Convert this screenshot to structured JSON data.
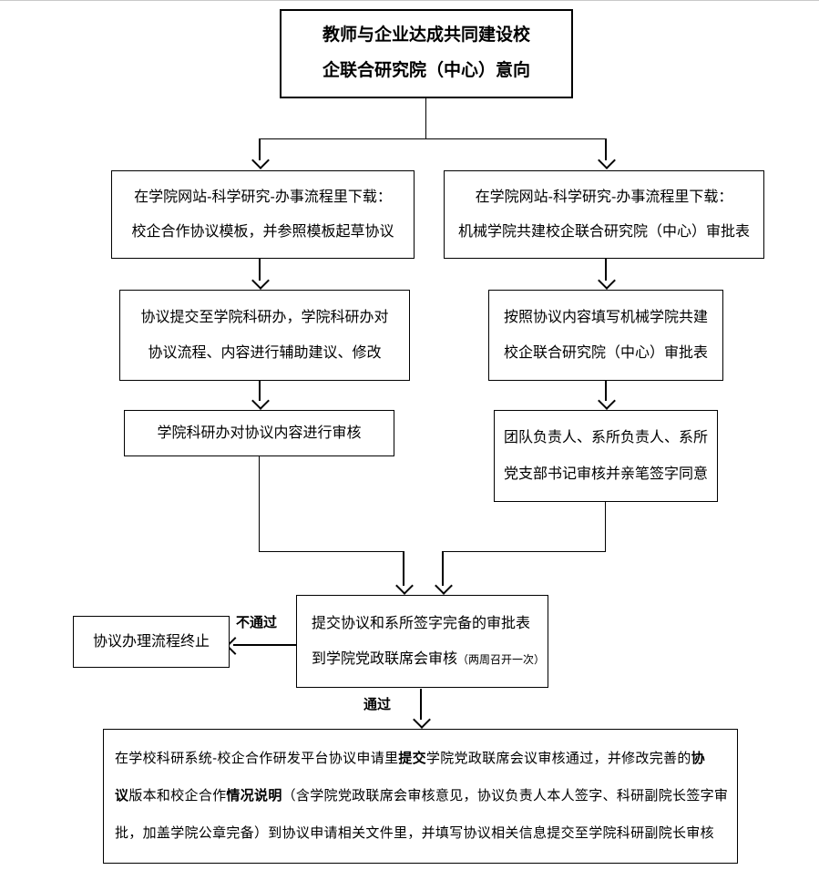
{
  "flowchart": {
    "top": {
      "line1": "教师与企业达成共同建设校",
      "line2": "企联合研究院（中心）意向"
    },
    "left1": {
      "line1": "在学院网站-科学研究-办事流程里下载：",
      "line2": "校企合作协议模板，并参照模板起草协议"
    },
    "right1": {
      "line1": "在学院网站-科学研究-办事流程里下载：",
      "line2": "机械学院共建校企联合研究院（中心）审批表"
    },
    "left2": {
      "line1": "协议提交至学院科研办，学院科研办对",
      "line2": "协议流程、内容进行辅助建议、修改"
    },
    "right2": {
      "line1": "按照协议内容填写机械学院共建",
      "line2": "校企联合研究院（中心）审批表"
    },
    "left3": {
      "line1": "学院科研办对协议内容进行审核"
    },
    "right3": {
      "line1": "团队负责人、系所负责人、系所",
      "line2": "党支部书记审核并亲笔签字同意"
    },
    "merge": {
      "line1": "提交协议和系所签字完备的审批表",
      "line2": "到学院党政联席会审核",
      "note": "（两周召开一次）"
    },
    "terminate": {
      "line1": "协议办理流程终止"
    },
    "fail_label": "不通过",
    "pass_label": "通过",
    "bottom": {
      "lines": [
        [
          {
            "text": "在学校科研系统-校企合作研发平台协议申请里",
            "bold": false
          },
          {
            "text": "提交",
            "bold": true
          },
          {
            "text": "学院党政联席会议审核通过，并修改完善的",
            "bold": false
          },
          {
            "text": "协",
            "bold": true
          }
        ],
        [
          {
            "text": "议",
            "bold": true
          },
          {
            "text": "版本和校企合作",
            "bold": false
          },
          {
            "text": "情况说明",
            "bold": true
          },
          {
            "text": "（含学院党政联席会审核意见，协议负责人本人签字、科研副院长签字审",
            "bold": false
          }
        ],
        [
          {
            "text": "批，加盖学院公章完备）到协议申请相关文件里，并填写协议相关信息提交至学院科研副院长审核",
            "bold": false
          }
        ]
      ]
    }
  },
  "colors": {
    "line": "#000000",
    "background": "#ffffff",
    "text": "#000000"
  }
}
